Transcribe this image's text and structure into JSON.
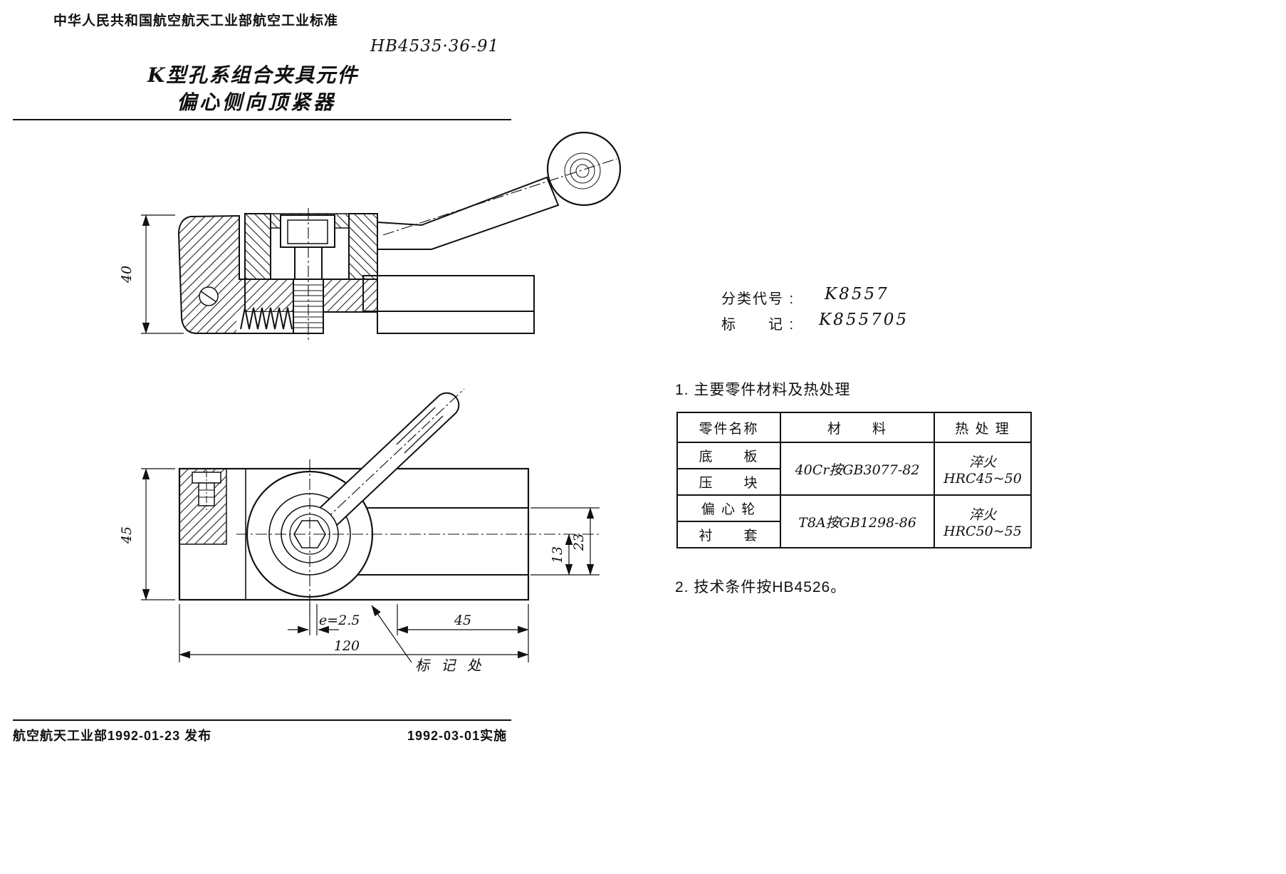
{
  "page": {
    "header": "中华人民共和国航空航天工业部航空工业标准",
    "standard_number": "HB4535·36-91",
    "title_line1": "K型孔系组合夹具元件",
    "title_line2": "偏心侧向顶紧器"
  },
  "classification": {
    "code_label": "分类代号 :",
    "code_value": "K8557",
    "mark_label": "标　　记 :",
    "mark_value": "K855705"
  },
  "notes": {
    "note1": "1. 主要零件材料及热处理",
    "note2": "2. 技术条件按HB4526。"
  },
  "materials_table": {
    "col_part": "零件名称",
    "col_material": "材　　料",
    "col_treatment": "热 处 理",
    "groups": [
      {
        "parts": [
          "底　　板",
          "压　　块"
        ],
        "material": "40Cr按GB3077-82",
        "treatment": "淬火HRC45~50"
      },
      {
        "parts": [
          "偏 心 轮",
          "衬　　套"
        ],
        "material": "T8A按GB1298-86",
        "treatment": "淬火HRC50~55"
      }
    ]
  },
  "dimensions": {
    "front_height": "40",
    "plan_height": "45",
    "slot_half": "13",
    "slot_full": "23",
    "eccentricity": "e=2.5",
    "jaw_length": "45",
    "total_length": "120",
    "marking_label": "标 记 处"
  },
  "footer": {
    "issue": "航空航天工业部1992-01-23 发布",
    "implement": "1992-03-01实施"
  }
}
